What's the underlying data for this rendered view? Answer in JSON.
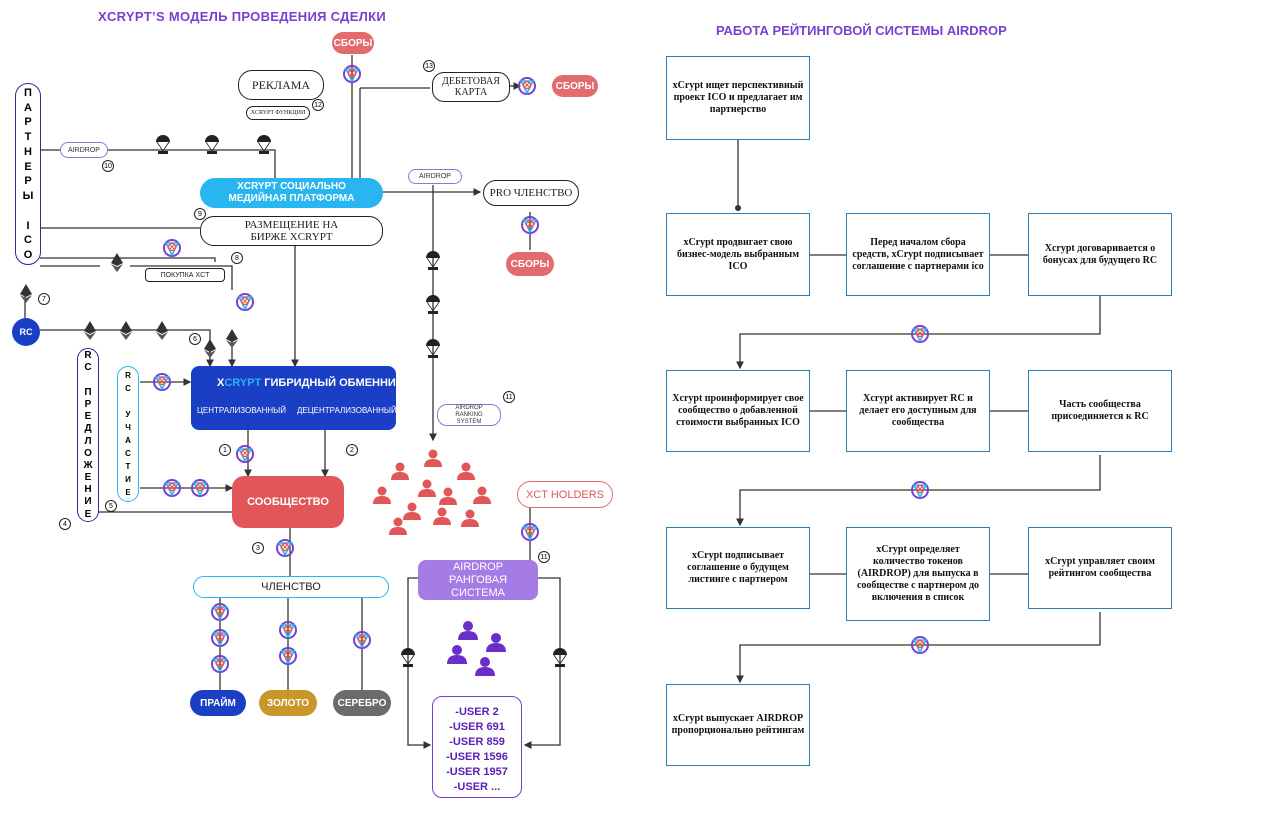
{
  "left": {
    "title": "XCRYPT’S МОДЕЛЬ ПРОВЕДЕНИЯ СДЕЛКИ",
    "partners_label": [
      "П",
      "А",
      "Р",
      "Т",
      "Н",
      "Е",
      "Р",
      "Ы",
      "",
      "I",
      "C",
      "O"
    ],
    "sbory_top": "СБОРЫ",
    "sbory_card": "СБОРЫ",
    "sbory_pro": "СБОРЫ",
    "reklama": "РЕКЛАМА",
    "xcrypt_functions": "XCRYPT ФУНКЦИИ",
    "debit_card": "ДЕБЕТОВАЯ КАРТА",
    "airdrop_tag1": "AIRDROP",
    "airdrop_tag2": "AIRDROP",
    "social_platform": "XCRYPT СОЦИАЛЬНО МЕДИЙНАЯ ПЛАТФОРМА",
    "pro_membership": "PRO ЧЛЕНСТВО",
    "listing": "РАЗМЕЩЕНИЕ НА БИРЖЕ XCRYPT",
    "buy_xct": "ПОКУПКА XCT",
    "rc": "RC",
    "rc_offer_label": [
      "R",
      "C",
      "",
      "П",
      "Р",
      "Е",
      "Д",
      "Л",
      "О",
      "Ж",
      "Е",
      "Н",
      "И",
      "Е"
    ],
    "rc_participation_label": [
      "R",
      "C",
      "",
      "У",
      "Ч",
      "А",
      "С",
      "Т",
      "И",
      "Е"
    ],
    "exchange_title_x": "X",
    "exchange_title_crypt": "CRYPT",
    "exchange_title_rest": " ГИБРИДНЫЙ ОБМЕННИК",
    "exchange_central": "ЦЕНТРАЛИЗОВАННЫЙ",
    "exchange_decentral": "ДЕЦЕНТРАЛИЗОВАННЫЙ",
    "ranking_tag": "AIRDROP RANKING SYSTEM",
    "community": "СООБЩЕСТВО",
    "xct_holders": "XCT HOLDERS",
    "membership": "ЧЛЕНСТВО",
    "airdrop_rank": "AIRDROP РАНГОВАЯ СИСТЕМА",
    "prime": "ПРАЙМ",
    "gold": "ЗОЛОТО",
    "silver": "СЕРЕБРО",
    "users": [
      "-USER 2",
      "-USER 691",
      "-USER 859",
      "-USER 1596",
      "-USER 1957",
      "-USER ..."
    ],
    "numbers": [
      "1",
      "2",
      "3",
      "4",
      "5",
      "6",
      "7",
      "8",
      "9",
      "10",
      "11",
      "11",
      "12",
      "13"
    ]
  },
  "right": {
    "title": "РАБОТА РЕЙТИНГОВОЙ СИСТЕМЫ AIRDROP",
    "box1": "xCrypt ищет перспективный проект ICO и предлагает им партнерство",
    "box2": "xCrypt продвигает свою бизнес-модель выбранным ICO",
    "box3": "Перед началом сбора средств, xCrypt подписывает соглашение с партнерами ico",
    "box4": "Xcrypt договаривается о бонусах для будущего RC",
    "box5": "Xcrypt проинформирует свое сообщество о добавленной стоимости выбранных ICO",
    "box6": "Xcrypt активирует RC и делает его доступным для сообщества",
    "box7": "Часть сообщества присоединяется к RC",
    "box8": "xCrypt подписывает соглашение о будущем листинге с партнером",
    "box9": "xCrypt определяет количество токенов (AIRDROP) для выпуска в сообществе с партнером до включения в список",
    "box10": "xCrypt управляет своим рейтингом сообщества",
    "box11": "xCrypt выпускает AIRDROP пропорционально рейтингам"
  },
  "colors": {
    "accent_purple": "#7a3fd0",
    "platform_blue": "#29b6f0",
    "exchange_blue": "#1a3fc4",
    "community_red": "#e15759",
    "prime": "#1a3fc4",
    "gold": "#c9962a",
    "silver": "#6b6b6b",
    "box_border": "#2a7fb5"
  }
}
